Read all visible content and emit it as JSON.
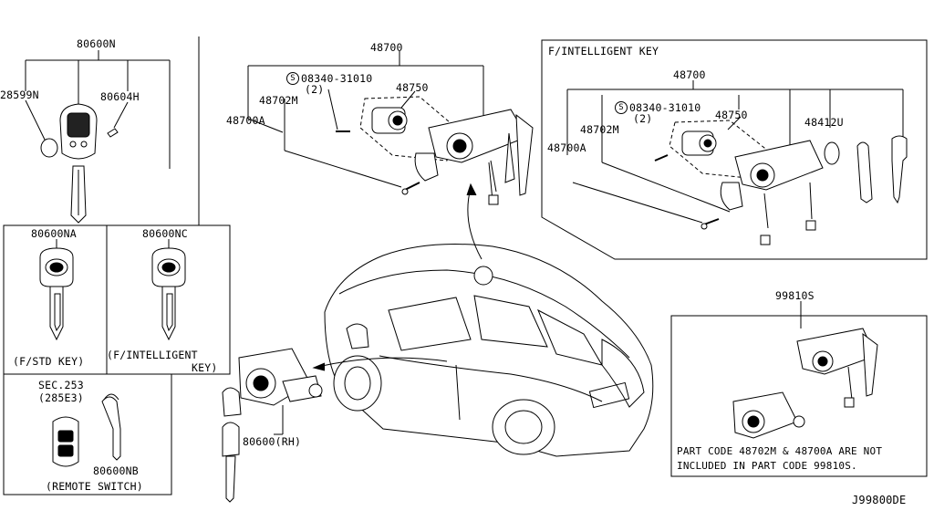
{
  "diagram_code": "J99800DE",
  "labels": {
    "p80600N": "80600N",
    "p28599N": "28599N",
    "p80604H": "80604H",
    "p80600NA": "80600NA",
    "p80600NC": "80600NC",
    "std_key": "(F/STD KEY)",
    "intel_key_line1": "(F/INTELLIGENT",
    "intel_key_line2": "KEY)",
    "sec253": "SEC.253",
    "p285E3": "(285E3)",
    "p80600NB": "80600NB",
    "remote_switch": "(REMOTE SWITCH)",
    "p48700": "48700",
    "p08340": "08340-31010",
    "qty2": "(2)",
    "p48750": "48750",
    "p48702M": "48702M",
    "p48700A": "48700A",
    "p80600RH": "80600(RH)",
    "f_intel_header": "F/INTELLIGENT KEY",
    "r48700": "48700",
    "r08340": "08340-31010",
    "rqty2": "(2)",
    "r48750": "48750",
    "r48702M": "48702M",
    "r48412U": "48412U",
    "r48700A": "48700A",
    "p99810S": "99810S",
    "note_line1": "PART CODE 48702M & 48700A ARE NOT",
    "note_line2": "INCLUDED IN PART CODE 99810S.",
    "s_mark": "S"
  }
}
